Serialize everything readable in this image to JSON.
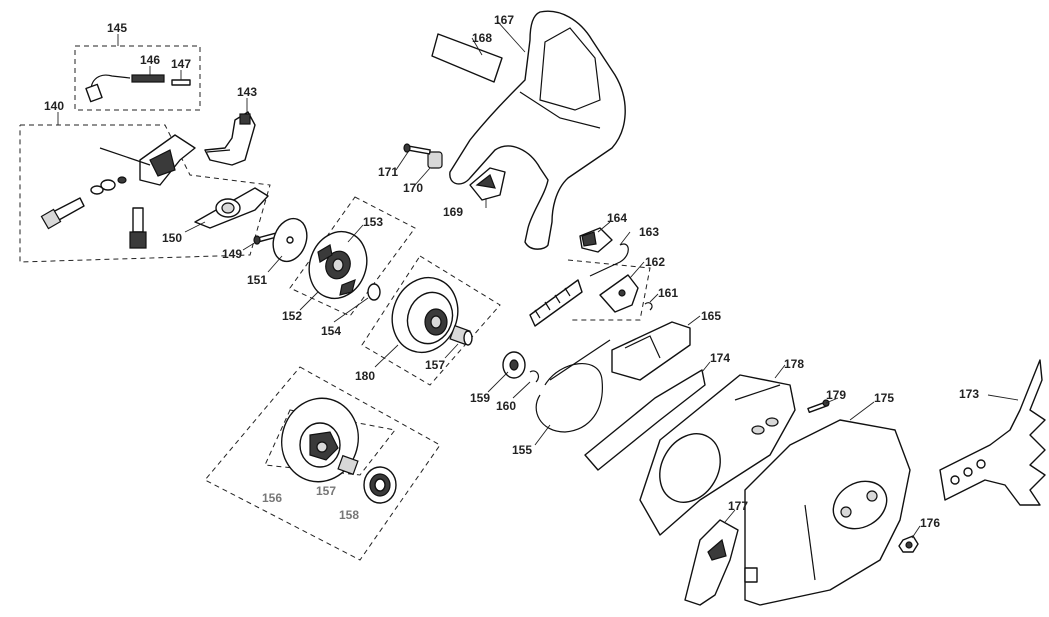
{
  "labels": {
    "p140": "140",
    "p143": "143",
    "p145": "145",
    "p146": "146",
    "p147": "147",
    "p149": "149",
    "p150": "150",
    "p151": "151",
    "p152": "152",
    "p153": "153",
    "p154": "154",
    "p155": "155",
    "p156": "156",
    "p157a": "157",
    "p157b": "157",
    "p158": "158",
    "p159": "159",
    "p160": "160",
    "p161": "161",
    "p162": "162",
    "p163": "163",
    "p164": "164",
    "p165": "165",
    "p167": "167",
    "p168": "168",
    "p169": "169",
    "p170": "170",
    "p171": "171",
    "p173": "173",
    "p174": "174",
    "p175": "175",
    "p176": "176",
    "p177": "177",
    "p178": "178",
    "p179": "179",
    "p180": "180"
  }
}
